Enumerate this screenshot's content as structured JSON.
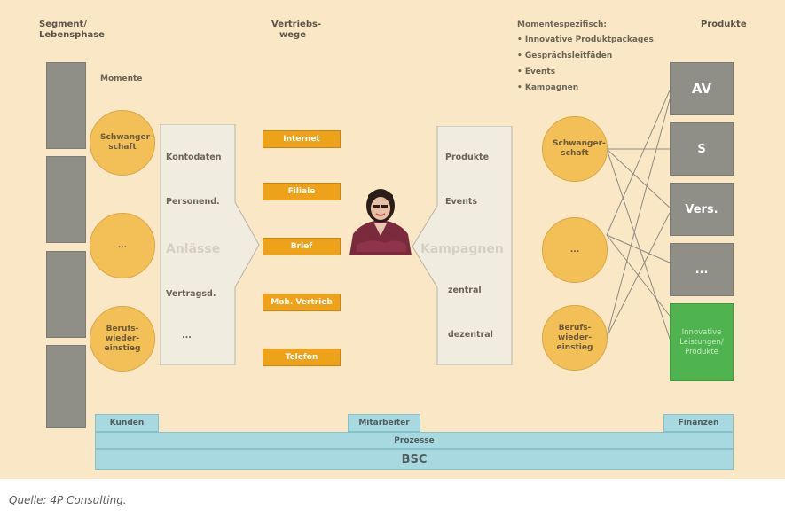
{
  "headers": {
    "segment": "Segment/ Lebensphase",
    "vertriebswege": "Vertriebs- wege",
    "momentespezifisch": "Momentespezifisch:",
    "produkte": "Produkte",
    "momente": "Momente"
  },
  "bullets": [
    "• Innovative Produktpackages",
    "• Gesprächsleitfäden",
    "• Events",
    "• Kampagnen"
  ],
  "left_circles": [
    "Schwanger-schaft",
    "...",
    "Berufs-wieder-einstieg"
  ],
  "right_circles": [
    "Schwanger-schaft",
    "...",
    "Berufs-wieder-einstieg"
  ],
  "left_panel": {
    "items": [
      "Kontodaten",
      "Personend.",
      "Vertragsd.",
      "..."
    ],
    "big_label": "Anlässe"
  },
  "channels": [
    "Internet",
    "Filiale",
    "Brief",
    "Mob. Vertrieb",
    "Telefon"
  ],
  "right_panel": {
    "items": [
      "Produkte",
      "Events",
      "zentral",
      "dezentral"
    ],
    "big_label": "Kampagnen"
  },
  "products": [
    "AV",
    "S",
    "Vers.",
    "...",
    "Innovative Leistungen/ Produkte"
  ],
  "bottom_bars": {
    "kunden": "Kunden",
    "mitarbeiter": "Mitarbeiter",
    "finanzen": "Finanzen",
    "prozesse": "Prozesse",
    "bsc": "BSC"
  },
  "caption": "Quelle:  4P Consulting.",
  "colors": {
    "background": "#fae7c5",
    "gray_box": "#8f8e87",
    "circle": "#f3bf57",
    "channel": "#eea21a",
    "green_product": "#4fb34f",
    "bar": "#a9d9e0"
  }
}
